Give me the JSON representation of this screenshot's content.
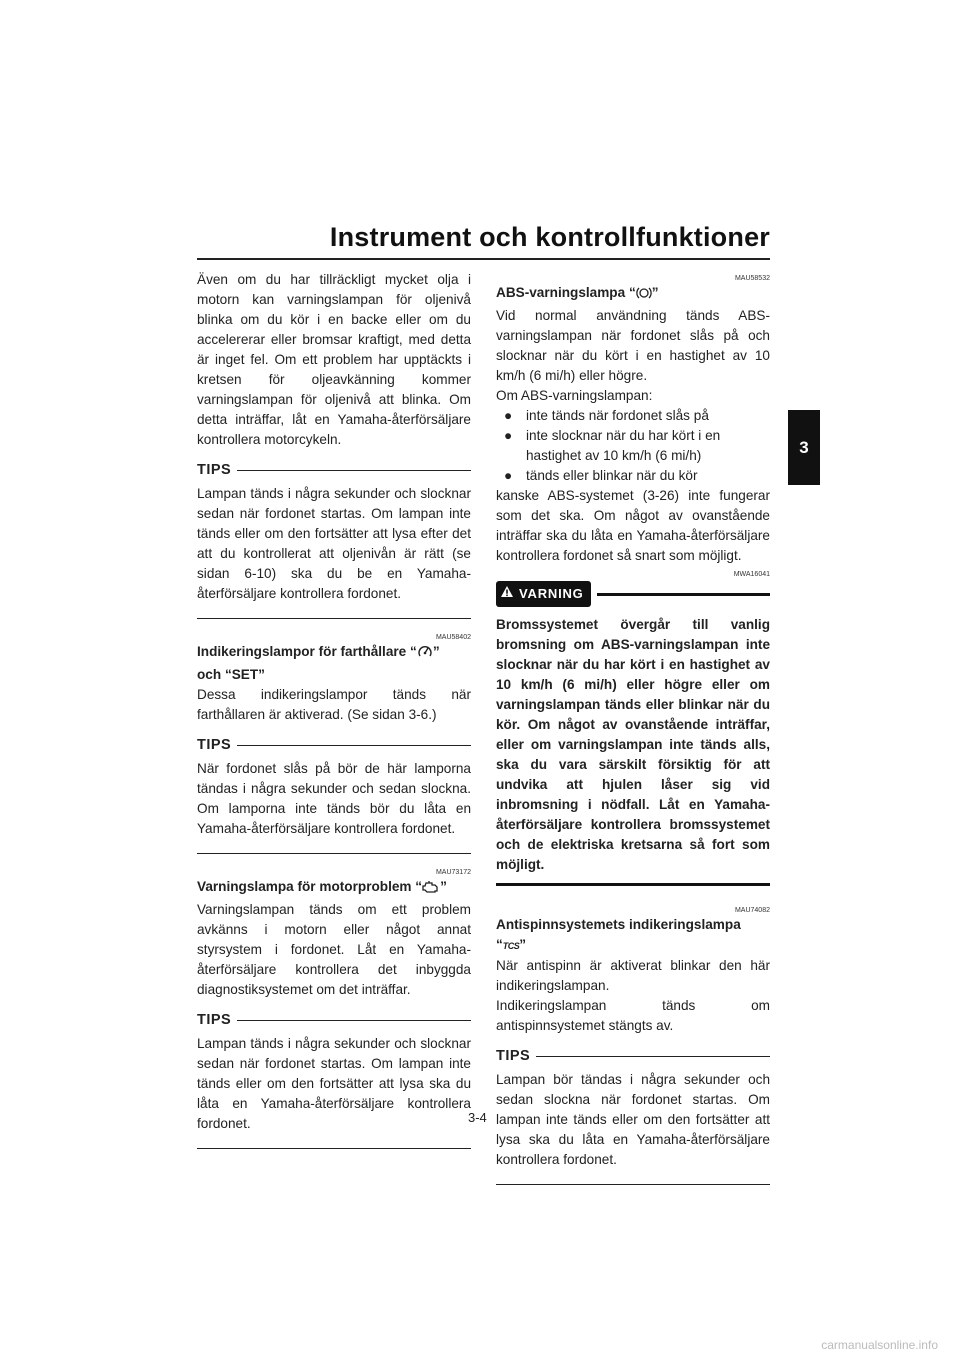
{
  "header": {
    "title": "Instrument och kontrollfunktioner",
    "chapter_tab": "3"
  },
  "left": {
    "intro": "Även om du har tillräckligt mycket olja i motorn kan varningslampan för oljenivå blinka om du kör i en backe eller om du accelererar eller bromsar kraftigt, med detta är inget fel. Om ett problem har upptäckts i kretsen för oljeavkänning kommer varningslampan för oljenivå att blinka. Om detta inträffar, låt en Yamaha-återförsäljare kontrollera motorcykeln.",
    "tips1_label": "TIPS",
    "tips1_text": "Lampan tänds i några sekunder och slocknar sedan när fordonet startas. Om lampan inte tänds eller om den fortsätter att lysa efter det att du kontrollerat att oljenivån är rätt (se sidan 6-10) ska du be en Yamaha-återförsäljare kontrollera fordonet.",
    "s2_code": "MAU58402",
    "s2_title_a": "Indikeringslampor för farthållare “",
    "s2_title_b": "”",
    "s2_title_c": "och “SET”",
    "s2_icon": "cruise-control-icon",
    "s2_text": "Dessa indikeringslampor tänds när farthållaren är aktiverad. (Se sidan 3-6.)",
    "tips2_label": "TIPS",
    "tips2_text": "När fordonet slås på bör de här lamporna tändas i några sekunder och sedan slockna. Om lamporna inte tänds bör du låta en Yamaha-återförsäljare kontrollera fordonet.",
    "s3_code": "MAU73172",
    "s3_title_a": "Varningslampa för motorproblem “",
    "s3_title_b": "”",
    "s3_icon": "engine-icon",
    "s3_text": "Varningslampan tänds om ett problem avkänns i motorn eller något annat styrsystem i fordonet. Låt en Yamaha-återförsäljare kontrollera det inbyggda diagnostiksystemet om det inträffar.",
    "tips3_label": "TIPS",
    "tips3_text": "Lampan tänds i några sekunder och slocknar sedan när fordonet startas. Om lampan inte tänds eller om den fortsätter att lysa ska du låta en Yamaha-återförsäljare kontrollera fordonet."
  },
  "right": {
    "s4_code": "MAU58532",
    "s4_title_a": "ABS-varningslampa “",
    "s4_title_b": "”",
    "s4_icon": "abs-icon",
    "s4_text": "Vid normal användning tänds ABS-varningslampan när fordonet slås på och slocknar när du kört i en hastighet av 10 km/h (6 mi/h) eller högre.",
    "s4_list_intro": "Om ABS-varningslampan:",
    "s4_bullets": [
      "inte tänds när fordonet slås på",
      "inte slocknar när du har kört i en hastighet av 10 km/h (6 mi/h)",
      "tänds eller blinkar när du kör"
    ],
    "s4_after": "kanske ABS-systemet (3-26) inte fungerar som det ska. Om något av ovanstående inträffar ska du låta en Yamaha-återförsäljare kontrollera fordonet så snart som möjligt.",
    "warn_code": "MWA16041",
    "warn_label": "VARNING",
    "warn_text": "Bromssystemet övergår till vanlig bromsning om ABS-varningslampan inte slocknar när du har kört i en hastighet av 10 km/h (6 mi/h) eller högre eller om varningslampan tänds eller blinkar när du kör. Om något av ovanstående inträffar, eller om varningslampan inte tänds alls, ska du vara särskilt försiktig för att undvika att hjulen låser sig vid inbromsning i nödfall. Låt en Yamaha-återförsäljare kontrollera bromssystemet och de elektriska kretsarna så fort som möjligt.",
    "s5_code": "MAU74082",
    "s5_title_a": "Antispinnsystemets indikeringslampa",
    "s5_title_b": "“",
    "s5_icon_text": "TCS",
    "s5_title_c": "”",
    "s5_text1": "När antispinn är aktiverat blinkar den här indikeringslampan.",
    "s5_text2": "Indikeringslampan tänds om antispinnsystemet stängts av.",
    "tips4_label": "TIPS",
    "tips4_text": "Lampan bör tändas i några sekunder och sedan slockna när fordonet startas. Om lampan inte tänds eller om den fortsätter att lysa ska du låta en Yamaha-återförsäljare kontrollera fordonet."
  },
  "footer": {
    "page_number": "3-4",
    "watermark": "carmanualsonline.info"
  }
}
